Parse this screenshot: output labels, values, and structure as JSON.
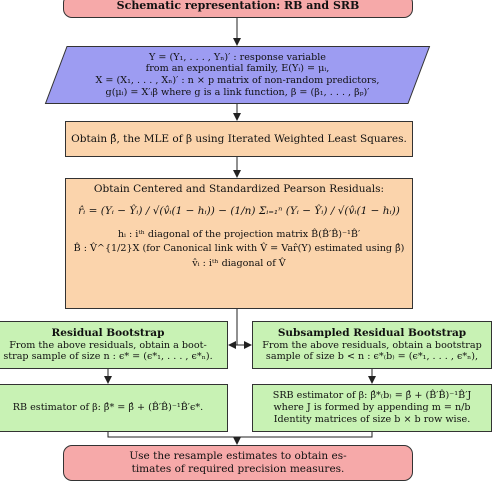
{
  "title": "Schematic representation: RB and SRB",
  "input": {
    "line1": "Y   =   (Y₁, . . . , Yₙ)′ : response variable",
    "line2": "from an exponential family, E(Yᵢ)   =   μᵢ,",
    "line3": "X = (X₁, . . . , Xₙ)′ : n × p matrix of non-random predictors,",
    "line4": "g(μᵢ) = X′ᵢβ where g is a link function, β = (β₁, . . . , βₚ)′"
  },
  "mle": {
    "text": "Obtain β̂, the MLE of β using Iterated Weighted Least Squares."
  },
  "pearson": {
    "heading": "Obtain Centered and Standardized Pearson Residuals:",
    "formula": "r̂ᵢ = (Yᵢ − Ŷᵢ) / √(v̂ᵢ(1 − hᵢ))  −  (1/n) Σᵢ₌₁ⁿ (Yᵢ − Ŷᵢ) / √(v̂ᵢ(1 − hᵢ))",
    "line1": "hᵢ  :  iᵗʰ diagonal of the projection matrix B̂(B̂′B̂)⁻¹B̂′",
    "line2": "B̂ : V̂^{1/2}X (for Canonical link with V̂ = Var̂(Y) estimated using β̂)",
    "line3": "v̂ᵢ     :     iᵗʰ diagonal of V̂"
  },
  "rb": {
    "heading": "Residual Bootstrap",
    "line1": "From the above residuals, obtain a boot-",
    "line2": "strap sample of size n : ϵ* = (ϵ*₁, . . . , ϵ*ₙ).",
    "estimator": "RB estimator of β: β̂* = β̂ + (B̂′B̂)⁻¹B̂′ϵ*."
  },
  "srb": {
    "heading": "Subsampled Residual Bootstrap",
    "line1": "From the above residuals, obtain a bootstrap",
    "line2": "sample of size b < n : ϵ*₍b₎ = (ϵ*₁, . . . , ϵ*ₙ),",
    "est_line1": "SRB estimator of β: β̂*₍b₎ = β̂ + (B̂′B̂)⁻¹B̂′J",
    "est_line2": "where J is formed by appending m = n/b",
    "est_line3": "Identity matrices of size b × b row wise."
  },
  "final": {
    "line1": "Use the resample estimates to obtain es-",
    "line2": "timates of required precision measures."
  },
  "colors": {
    "title_fill": "#f6a9a9",
    "input_fill": "#9d9cf2",
    "process_fill": "#fbd4ac",
    "bootstrap_fill": "#c8f2b4",
    "final_fill": "#f6a9a9"
  }
}
